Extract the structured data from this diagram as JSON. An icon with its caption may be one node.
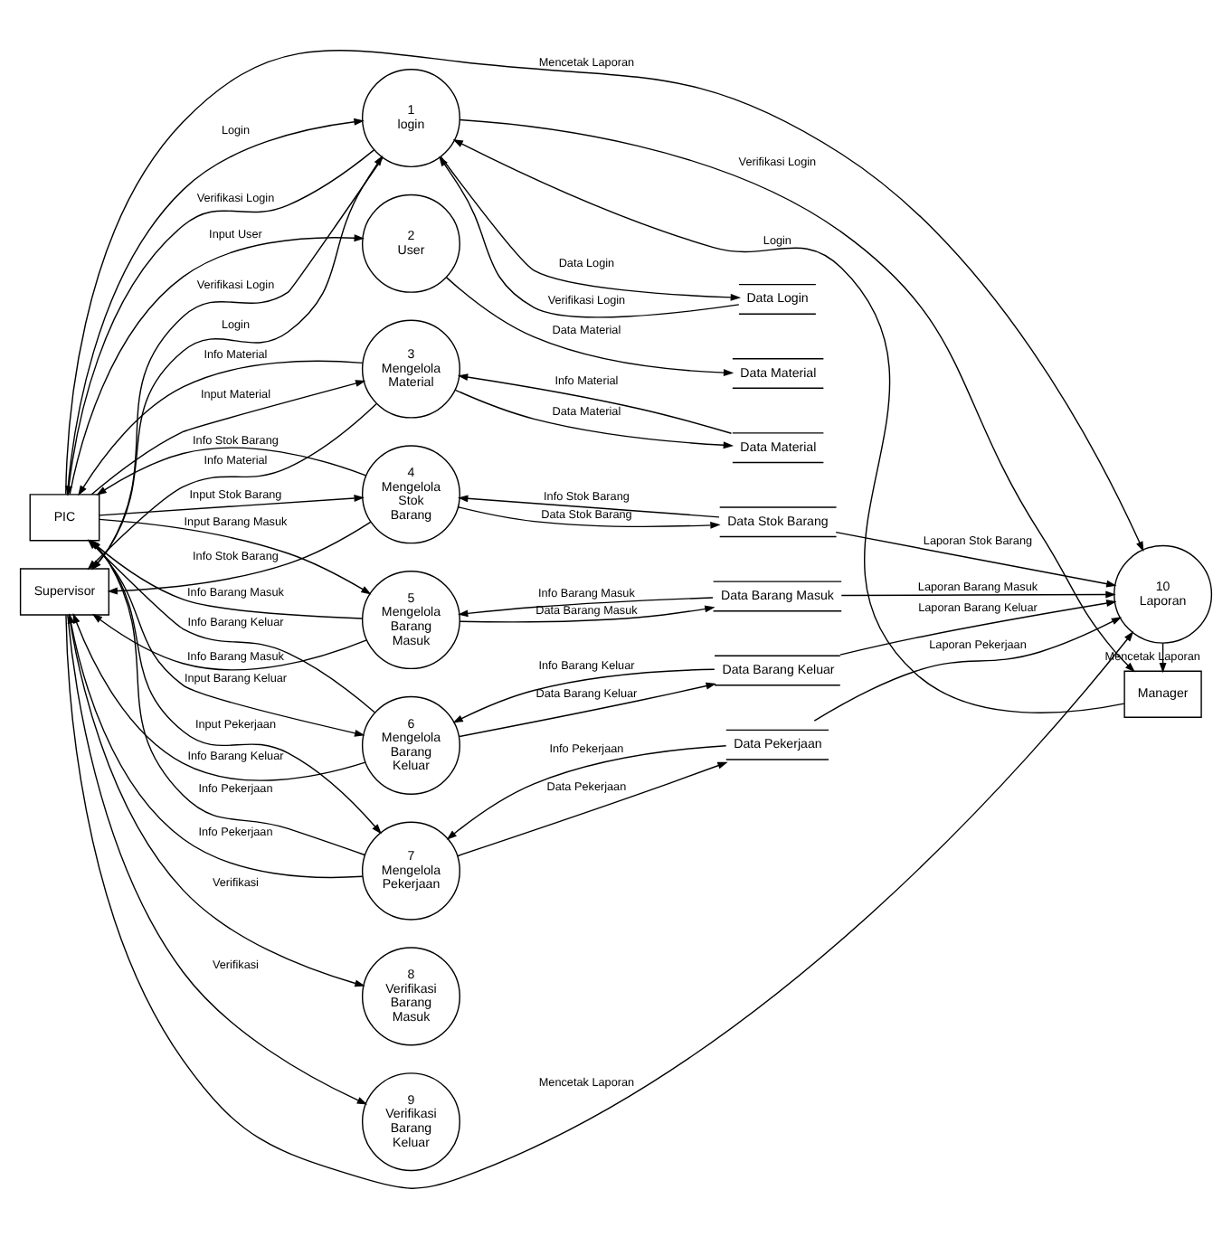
{
  "diagram": {
    "nodes": [
      {
        "text": [
          "PIC"
        ]
      },
      {
        "text": [
          "1",
          "login"
        ]
      },
      {
        "text": [
          "2",
          "User"
        ]
      },
      {
        "text": [
          "3",
          "Mengelola Material"
        ]
      },
      {
        "text": [
          "4",
          "Mengelola Stok Barang"
        ]
      },
      {
        "text": [
          "5",
          "Mengelola Barang Masuk"
        ]
      },
      {
        "text": [
          "6",
          "Mengelola Barang Keluar"
        ]
      },
      {
        "text": [
          "7",
          "Mengelola Pekerjaan"
        ]
      },
      {
        "text": [
          "8",
          "Verifikasi Barang Masuk"
        ]
      },
      {
        "text": [
          "9",
          "Verifikasi Barang Keluar"
        ]
      },
      {
        "text": [
          "10",
          "Laporan"
        ]
      },
      {
        "text": [
          "Supervisor"
        ]
      },
      {
        "text": [
          "Manager"
        ]
      },
      {
        "text": [
          "Data Login"
        ]
      },
      {
        "text": [
          "Data Material"
        ]
      },
      {
        "text": [
          "Data Material"
        ]
      },
      {
        "text": [
          "Data Stok Barang"
        ]
      },
      {
        "text": [
          "Data Barang Masuk"
        ]
      },
      {
        "text": [
          "Data Barang Keluar"
        ]
      },
      {
        "text": [
          "Data Pekerjaan"
        ]
      }
    ],
    "edges": [
      {
        "from": 1,
        "to": 11,
        "arrow": "to",
        "label": "Verifikasi Login"
      },
      {
        "from": 11,
        "to": 1,
        "arrow": "to",
        "label": "Login"
      },
      {
        "from": 1,
        "to": 12,
        "arrow": "to",
        "label": "Verifikasi Login"
      },
      {
        "from": 12,
        "to": 1,
        "arrow": "to",
        "label": "Login"
      },
      {
        "from": 0,
        "to": 1,
        "arrow": "to",
        "label": "Login"
      },
      {
        "from": 1,
        "to": 0,
        "arrow": "to",
        "label": "Verifikasi Login"
      },
      {
        "from": 1,
        "to": 13,
        "arrow": "to",
        "label": "Data Login"
      },
      {
        "from": 13,
        "to": 1,
        "arrow": "to",
        "label": "Verifikasi Login"
      },
      {
        "from": 0,
        "to": 2,
        "arrow": "to",
        "label": "Input User"
      },
      {
        "from": 2,
        "to": 14,
        "arrow": "to",
        "label": "Data Material"
      },
      {
        "from": 3,
        "to": 0,
        "arrow": "to",
        "label": "Info Material"
      },
      {
        "from": 0,
        "to": 3,
        "arrow": "to",
        "label": "Input Material"
      },
      {
        "from": 3,
        "to": 11,
        "arrow": "to",
        "label": "Info Material"
      },
      {
        "from": 3,
        "to": 15,
        "arrow": "to",
        "label": "Data Material"
      },
      {
        "from": 15,
        "to": 3,
        "arrow": "to",
        "label": "Info Material"
      },
      {
        "from": 4,
        "to": 0,
        "arrow": "to",
        "label": "Info Stok Barang"
      },
      {
        "from": 0,
        "to": 4,
        "arrow": "to",
        "label": "Input Stok Barang"
      },
      {
        "from": 4,
        "to": 11,
        "arrow": "to",
        "label": "Info Stok Barang"
      },
      {
        "from": 4,
        "to": 16,
        "arrow": "to",
        "label": "Data Stok Barang"
      },
      {
        "from": 16,
        "to": 4,
        "arrow": "to",
        "label": "Info Stok Barang"
      },
      {
        "from": 5,
        "to": 0,
        "arrow": "to",
        "label": "Info Barang Masuk"
      },
      {
        "from": 0,
        "to": 5,
        "arrow": "to",
        "label": "Input Barang Masuk"
      },
      {
        "from": 5,
        "to": 11,
        "arrow": "to",
        "label": "Info Barang Masuk"
      },
      {
        "from": 5,
        "to": 17,
        "arrow": "to",
        "label": "Data Barang Masuk"
      },
      {
        "from": 17,
        "to": 5,
        "arrow": "to",
        "label": "Info Barang Masuk"
      },
      {
        "from": 6,
        "to": 0,
        "arrow": "to",
        "label": "Info Barang Keluar"
      },
      {
        "from": 0,
        "to": 6,
        "arrow": "to",
        "label": "Input Barang Keluar"
      },
      {
        "from": 6,
        "to": 11,
        "arrow": "to",
        "label": "Info Barang Keluar"
      },
      {
        "from": 6,
        "to": 18,
        "arrow": "to",
        "label": "Data Barang Keluar"
      },
      {
        "from": 18,
        "to": 6,
        "arrow": "to",
        "label": "Info Barang Keluar"
      },
      {
        "from": 7,
        "to": 0,
        "arrow": "to",
        "label": "Info Pekerjaan"
      },
      {
        "from": 0,
        "to": 7,
        "arrow": "to",
        "label": "Input Pekerjaan"
      },
      {
        "from": 7,
        "to": 11,
        "arrow": "to",
        "label": "Info Pekerjaan"
      },
      {
        "from": 7,
        "to": 19,
        "arrow": "to",
        "label": "Data Pekerjaan"
      },
      {
        "from": 19,
        "to": 7,
        "arrow": "to",
        "label": "Info Pekerjaan"
      },
      {
        "from": 11,
        "to": 8,
        "arrow": "to",
        "label": "Verifikasi"
      },
      {
        "from": 11,
        "to": 9,
        "arrow": "to",
        "label": "Verifikasi"
      },
      {
        "from": 0,
        "to": 10,
        "arrow": "to",
        "label": "Mencetak Laporan"
      },
      {
        "from": 11,
        "to": 10,
        "arrow": "to",
        "label": "Mencetak Laporan"
      },
      {
        "from": 19,
        "to": 10,
        "arrow": "to",
        "label": "Laporan Pekerjaan"
      },
      {
        "from": 18,
        "to": 10,
        "arrow": "to",
        "label": "Laporan Barang Keluar"
      },
      {
        "from": 17,
        "to": 10,
        "arrow": "to",
        "label": "Laporan Barang Masuk"
      },
      {
        "from": 16,
        "to": 10,
        "arrow": "to",
        "label": "Laporan Stok Barang"
      },
      {
        "from": 10,
        "to": 12,
        "arrow": "to",
        "label": "Mencetak Laporan"
      }
    ]
  }
}
